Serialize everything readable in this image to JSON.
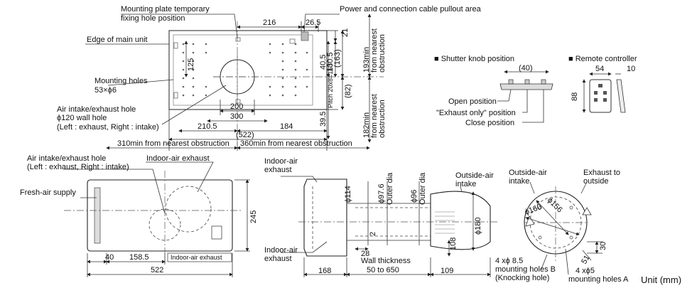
{
  "labels": {
    "mounting_plate": "Mounting plate temporary",
    "mounting_plate2": "fixing hole position",
    "power_cable": "Power and connection cable pullout area",
    "edge_main_unit": "Edge of main unit",
    "mounting_holes": "Mounting holes",
    "mounting_holes_spec": "53×ϕ6",
    "air_intake_hole": "Air intake/exhaust hole",
    "wall_hole": "ϕ120 wall hole",
    "left_right": "(Left : exhaust, Right : intake)",
    "shutter_knob": "■ Shutter knob position",
    "remote_controller": "■ Remote controller",
    "open_position": "Open position",
    "exhaust_only": "\"Exhaust only\" position",
    "close_position": "Close position",
    "obstruction_left": "310min from nearest obstruction",
    "obstruction_right": "360min from nearest obstruction",
    "top_obstruction_1": "193min",
    "top_obstruction_2": "from nearest",
    "top_obstruction_3": "obstruction",
    "bot_obstruction_1": "182min",
    "bot_obstruction_2": "from nearest",
    "bot_obstruction_3": "obstruction",
    "front_air_hole": "Air intake/exhaust hole",
    "front_left_right": "(Left : exhaust, Right : intake)",
    "indoor_air_exhaust": "Indoor-air exhaust",
    "fresh_air_supply": "Fresh-air supply",
    "indoor_air_exhaust_inner": "Indoor-air exhaust",
    "side_indoor_exhaust_top1": "Indoor-air",
    "side_indoor_exhaust_top2": "exhaust",
    "side_indoor_exhaust_bot1": "Indoor-air",
    "side_indoor_exhaust_bot2": "exhaust",
    "side_outside_intake1": "Outside-air",
    "side_outside_intake2": "intake",
    "outer_dia": "Outer dia",
    "outer_dia2": "Outer dia",
    "wall_thickness1": "Wall thickness",
    "wall_thickness2": "50 to 650",
    "hood_outside_intake1": "Outside-air",
    "hood_outside_intake2": "intake",
    "hood_exhaust1": "Exhaust to",
    "hood_exhaust2": "outside",
    "holes_b1": "4 xϕ 8.5",
    "holes_b2": "mounting holes B",
    "holes_b3": "(Knocking hole)",
    "holes_a1": "4 xϕ5",
    "holes_a2": "mounting holes A",
    "unit": "Unit (mm)"
  },
  "dims": {
    "d216": "216",
    "d26_5": "26.5",
    "d21": "21",
    "d40_5": "40.5",
    "d130_5": "130.5",
    "d163": "(163)",
    "d125": "125",
    "pitch": "Pitch 20x8=160",
    "d82": "(82)",
    "d200": "200",
    "d300": "300",
    "d39_5": "39.5",
    "d210_5": "210.5",
    "d184": "184",
    "d522p": "(522)",
    "d40k": "(40)",
    "d54": "54",
    "d10": "10",
    "d88": "88",
    "d245": "245",
    "d40": "40",
    "d158_5": "158.5",
    "d522": "522",
    "d114": "ϕ114",
    "d97_6": "ϕ97.6",
    "d96": "ϕ96",
    "d2": "2",
    "d28": "28",
    "d108": "108",
    "d180": "ϕ180",
    "d168": "168",
    "d109": "109",
    "d156": "ϕ156",
    "d160": "ϕ160",
    "d30": "30",
    "d51": "51"
  }
}
